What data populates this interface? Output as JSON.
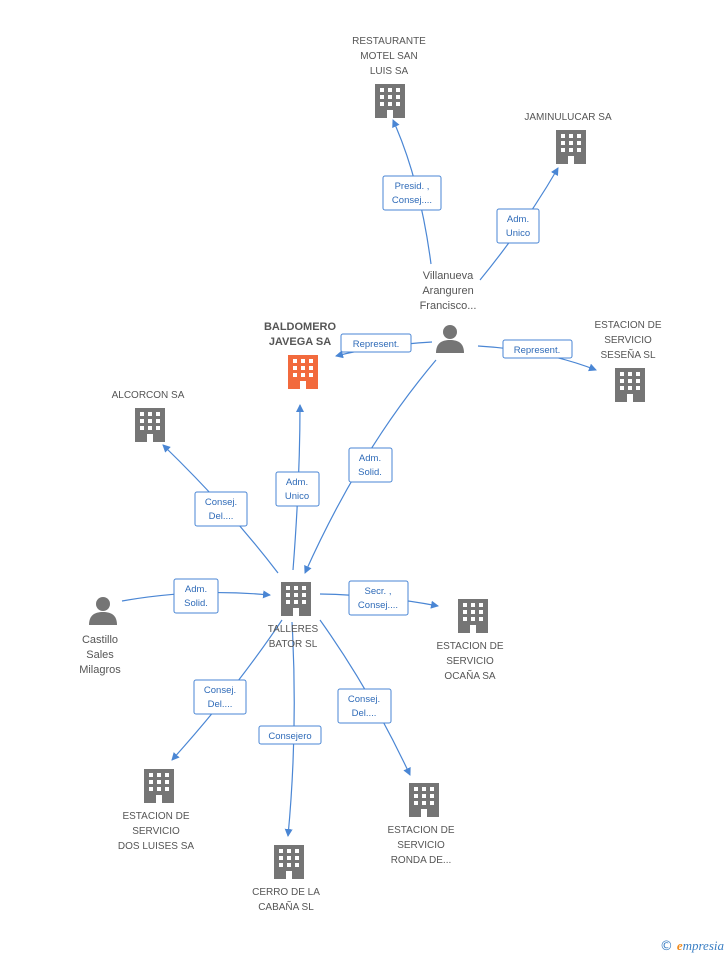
{
  "colors": {
    "edge": "#4a86d4",
    "building": "#757575",
    "building_main": "#f26a3d",
    "person": "#757575",
    "label_text": "#2f6bb8"
  },
  "nodes": {
    "restaurante": {
      "lines": [
        "RESTAURANTE",
        "MOTEL SAN",
        "LUIS SA"
      ],
      "icon": "building-icon"
    },
    "jaminulucar": {
      "lines": [
        "JAMINULUCAR SA"
      ],
      "icon": "building-icon"
    },
    "villanueva": {
      "lines": [
        "Villanueva",
        "Aranguren",
        "Francisco..."
      ],
      "icon": "person-icon"
    },
    "baldomero": {
      "lines": [
        "BALDOMERO",
        "JAVEGA SA"
      ],
      "icon": "building-icon"
    },
    "estacion_sesena": {
      "lines": [
        "ESTACION DE",
        "SERVICIO",
        "SESEÑA SL"
      ],
      "icon": "building-icon"
    },
    "alcorcon": {
      "lines": [
        "ALCORCON SA"
      ],
      "icon": "building-icon"
    },
    "castillo": {
      "lines": [
        "Castillo",
        "Sales",
        "Milagros"
      ],
      "icon": "person-icon"
    },
    "talleres": {
      "lines": [
        "TALLERES",
        "BATOR SL"
      ],
      "icon": "building-icon"
    },
    "estacion_ocana": {
      "lines": [
        "ESTACION DE",
        "SERVICIO",
        "OCAÑA SA"
      ],
      "icon": "building-icon"
    },
    "estacion_dos_luises": {
      "lines": [
        "ESTACION DE",
        "SERVICIO",
        "DOS LUISES SA"
      ],
      "icon": "building-icon"
    },
    "cerro": {
      "lines": [
        "CERRO DE LA",
        "CABAÑA SL"
      ],
      "icon": "building-icon"
    },
    "estacion_ronda": {
      "lines": [
        "ESTACION DE",
        "SERVICIO",
        "RONDA DE..."
      ],
      "icon": "building-icon"
    }
  },
  "edges": {
    "presid": [
      "Presid. ,",
      "Consej...."
    ],
    "adm_unico_jam": [
      "Adm.",
      "Unico"
    ],
    "represent_bald": [
      "Represent."
    ],
    "represent_ses": [
      "Represent."
    ],
    "adm_solid_vill": [
      "Adm.",
      "Solid."
    ],
    "adm_unico_bald": [
      "Adm.",
      "Unico"
    ],
    "consej_alc": [
      "Consej.",
      "Del...."
    ],
    "adm_solid_cast": [
      "Adm.",
      "Solid."
    ],
    "secr_ocana": [
      "Secr. ,",
      "Consej...."
    ],
    "consej_dos": [
      "Consej.",
      "Del...."
    ],
    "consejero_cerro": [
      "Consejero"
    ],
    "consej_ronda": [
      "Consej.",
      "Del...."
    ]
  },
  "brand": {
    "copyright": "©",
    "initial": "e",
    "rest": "mpresia"
  }
}
